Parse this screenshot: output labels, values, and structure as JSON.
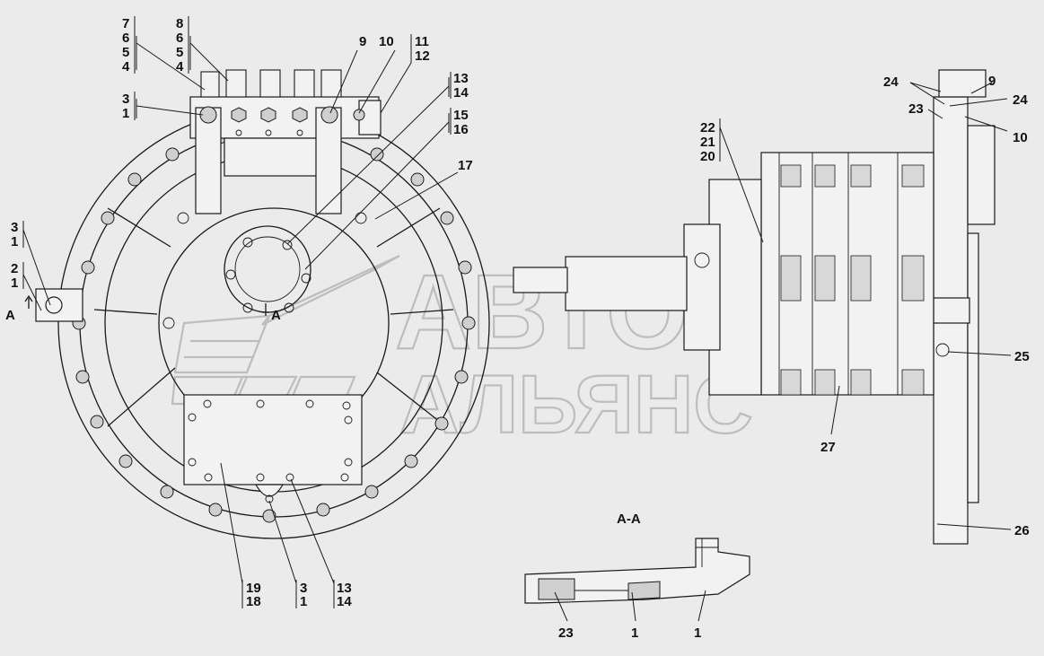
{
  "watermark": {
    "line1": "АВТО",
    "line2": "АЛЬЯНС"
  },
  "section": {
    "title": "А-А",
    "marker_left": "А",
    "marker_center": "А"
  },
  "callouts": {
    "c_7_6_5_4": [
      "7",
      "6",
      "5",
      "4"
    ],
    "c_8_6_5_4": [
      "8",
      "6",
      "5",
      "4"
    ],
    "c_9": "9",
    "c_10": "10",
    "c_11_12": [
      "11",
      "12"
    ],
    "c_3_1_top": [
      "3",
      "1"
    ],
    "c_13_14_top": [
      "13",
      "14"
    ],
    "c_15_16": [
      "15",
      "16"
    ],
    "c_17": "17",
    "c_3_1_left": [
      "3",
      "1"
    ],
    "c_2_1_left": [
      "2",
      "1"
    ],
    "c_19_18": [
      "19",
      "18"
    ],
    "c_3_1_bottom": [
      "3",
      "1"
    ],
    "c_13_14_bottom": [
      "13",
      "14"
    ],
    "c_22_21_20": [
      "22",
      "21",
      "20"
    ],
    "c_24_top": "24",
    "c_9_right": "9",
    "c_24_right": "24",
    "c_23_right": "23",
    "c_10_right": "10",
    "c_25": "25",
    "c_27": "27",
    "c_26": "26",
    "c_23_section": "23",
    "c_1_section_a": "1",
    "c_1_section_b": "1"
  }
}
